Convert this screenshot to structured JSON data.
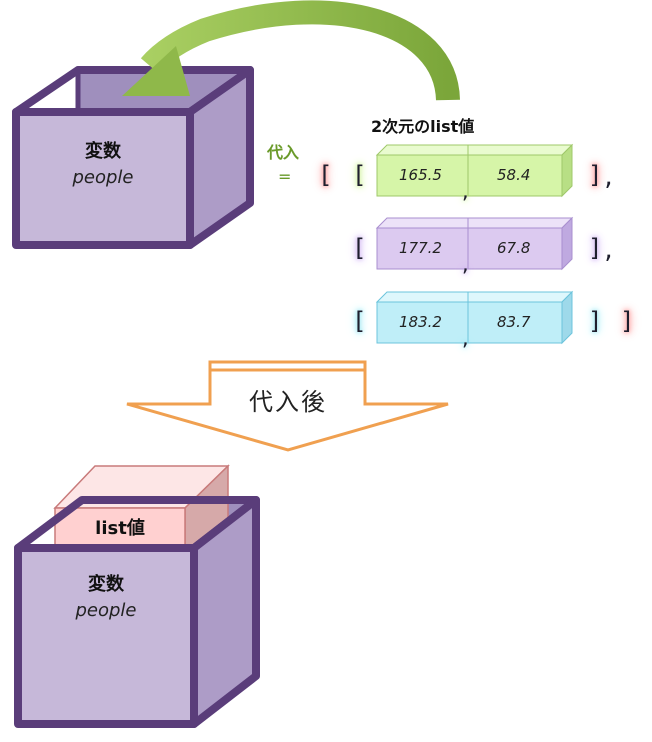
{
  "top_box": {
    "title": "変数",
    "name": "people"
  },
  "bottom_box": {
    "title": "変数",
    "name": "people",
    "content_label": "list値"
  },
  "assign": {
    "label": "代入",
    "equals": "="
  },
  "list": {
    "title": "2次元のlist値",
    "rows": [
      {
        "values": [
          "165.5",
          "58.4"
        ],
        "color": "#d6f5a8"
      },
      {
        "values": [
          "177.2",
          "67.8"
        ],
        "color": "#dccaf0"
      },
      {
        "values": [
          "183.2",
          "83.7"
        ],
        "color": "#bfeef8"
      }
    ],
    "open_outer": "[",
    "close_outer": "]",
    "open_inner": "[",
    "close_inner": "]",
    "comma": ","
  },
  "arrow_label": "代入後",
  "colors": {
    "box_frame": "#5a3d7a",
    "box_front": "#c6b8d9",
    "box_side": "#ad9cc7",
    "curved_arrow": "#8fb84a",
    "down_arrow": "#f0a050",
    "assign_text": "#6a9a2a"
  }
}
